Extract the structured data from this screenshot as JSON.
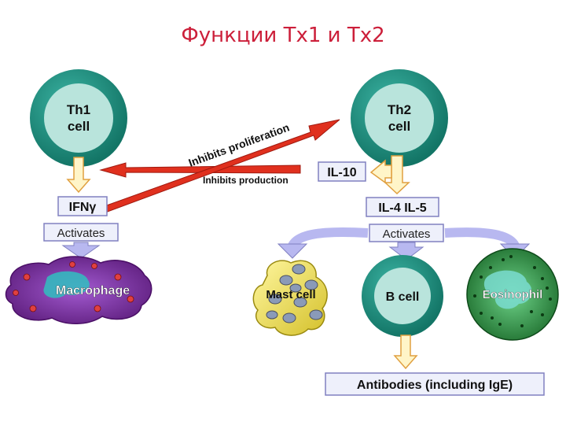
{
  "title": "Функции Тх1 и Тх2",
  "nodes": {
    "th1": {
      "line1": "Th1",
      "line2": "cell"
    },
    "th2": {
      "line1": "Th2",
      "line2": "cell"
    },
    "ifn": "IFNγ",
    "il10": "IL-10",
    "il45": "IL-4 IL-5",
    "activates_left": "Activates",
    "activates_right": "Activates",
    "macrophage": "Macrophage",
    "mast_cell": "Mast cell",
    "b_cell": "B cell",
    "eosinophil": "Eosinophil",
    "antibodies": "Antibodies (including IgE)"
  },
  "edges": {
    "inhibits_proliferation": "Inhibits proliferation",
    "inhibits_production": "Inhibits production"
  },
  "colors": {
    "title": "#cc1f3a",
    "cell_fill": "#2a9a8c",
    "cell_inner": "#b9e4dc",
    "arrow_red": "#e0301e",
    "arrow_fill_yellow": "#fff5c8",
    "arrow_stroke_orange": "#e0a040",
    "arrow_lavender": "#b8b8f0",
    "box_border": "#8080c0",
    "macrophage": "#7c2a9c",
    "mast": "#f2e45a",
    "eosinophil": "#1f7a2c"
  }
}
